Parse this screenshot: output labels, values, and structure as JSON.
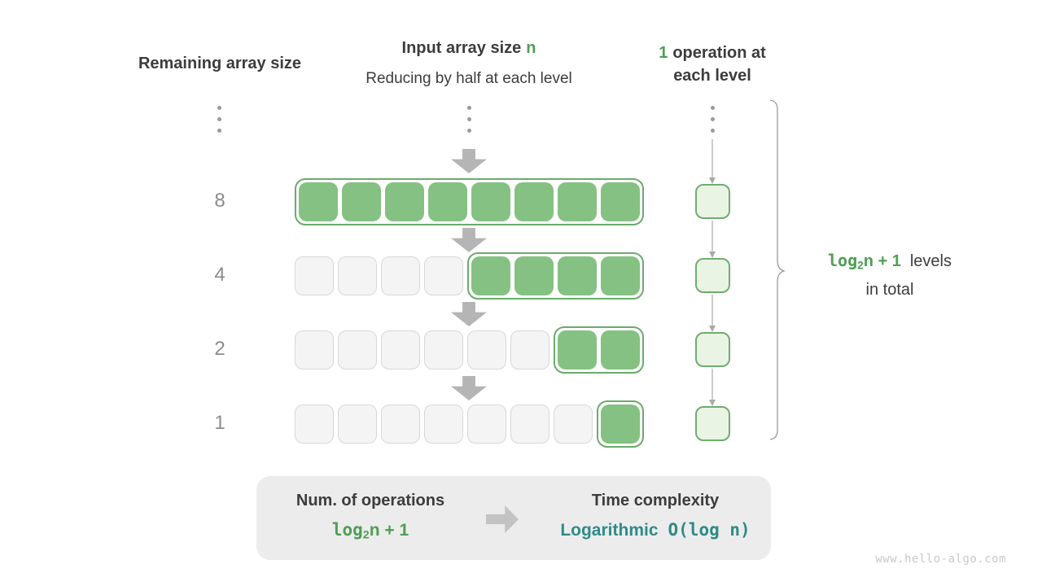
{
  "colors": {
    "green_text": "#4f9e53",
    "teal_text": "#2e8b87",
    "dark_text": "#3c3c3c",
    "gray_text": "#8c8c8c",
    "cell_green_fill": "#85c182",
    "cell_green_border": "#6bab6c",
    "op_cell_fill": "#e9f4e5",
    "gray_cell_fill": "#f4f4f4",
    "gray_cell_border": "#d8d8d8",
    "arrow_gray": "#b5b5b5",
    "summary_box_bg": "#ececec"
  },
  "headers": {
    "remaining": "Remaining array size",
    "input_bold": "Input array size",
    "input_n": "n",
    "input_sub": "Reducing by half at each level",
    "ops_num": "1",
    "ops_line1": "operation at",
    "ops_line2": "each level"
  },
  "rows": [
    {
      "label": "8",
      "gray_cells": 0,
      "green_cells": 8
    },
    {
      "label": "4",
      "gray_cells": 4,
      "green_cells": 4
    },
    {
      "label": "2",
      "gray_cells": 6,
      "green_cells": 2
    },
    {
      "label": "1",
      "gray_cells": 7,
      "green_cells": 1
    }
  ],
  "brace": {
    "formula_log": "log",
    "formula_sub": "2",
    "formula_rest": "n + 1",
    "label_line1": "levels",
    "label_line2": "in total"
  },
  "summary": {
    "left_title": "Num. of operations",
    "formula_log": "log",
    "formula_sub": "2",
    "formula_rest": "n + 1",
    "right_title": "Time complexity",
    "right_word": "Logarithmic",
    "right_expr": "O(log n)"
  },
  "watermark": "www.hello-algo.com"
}
